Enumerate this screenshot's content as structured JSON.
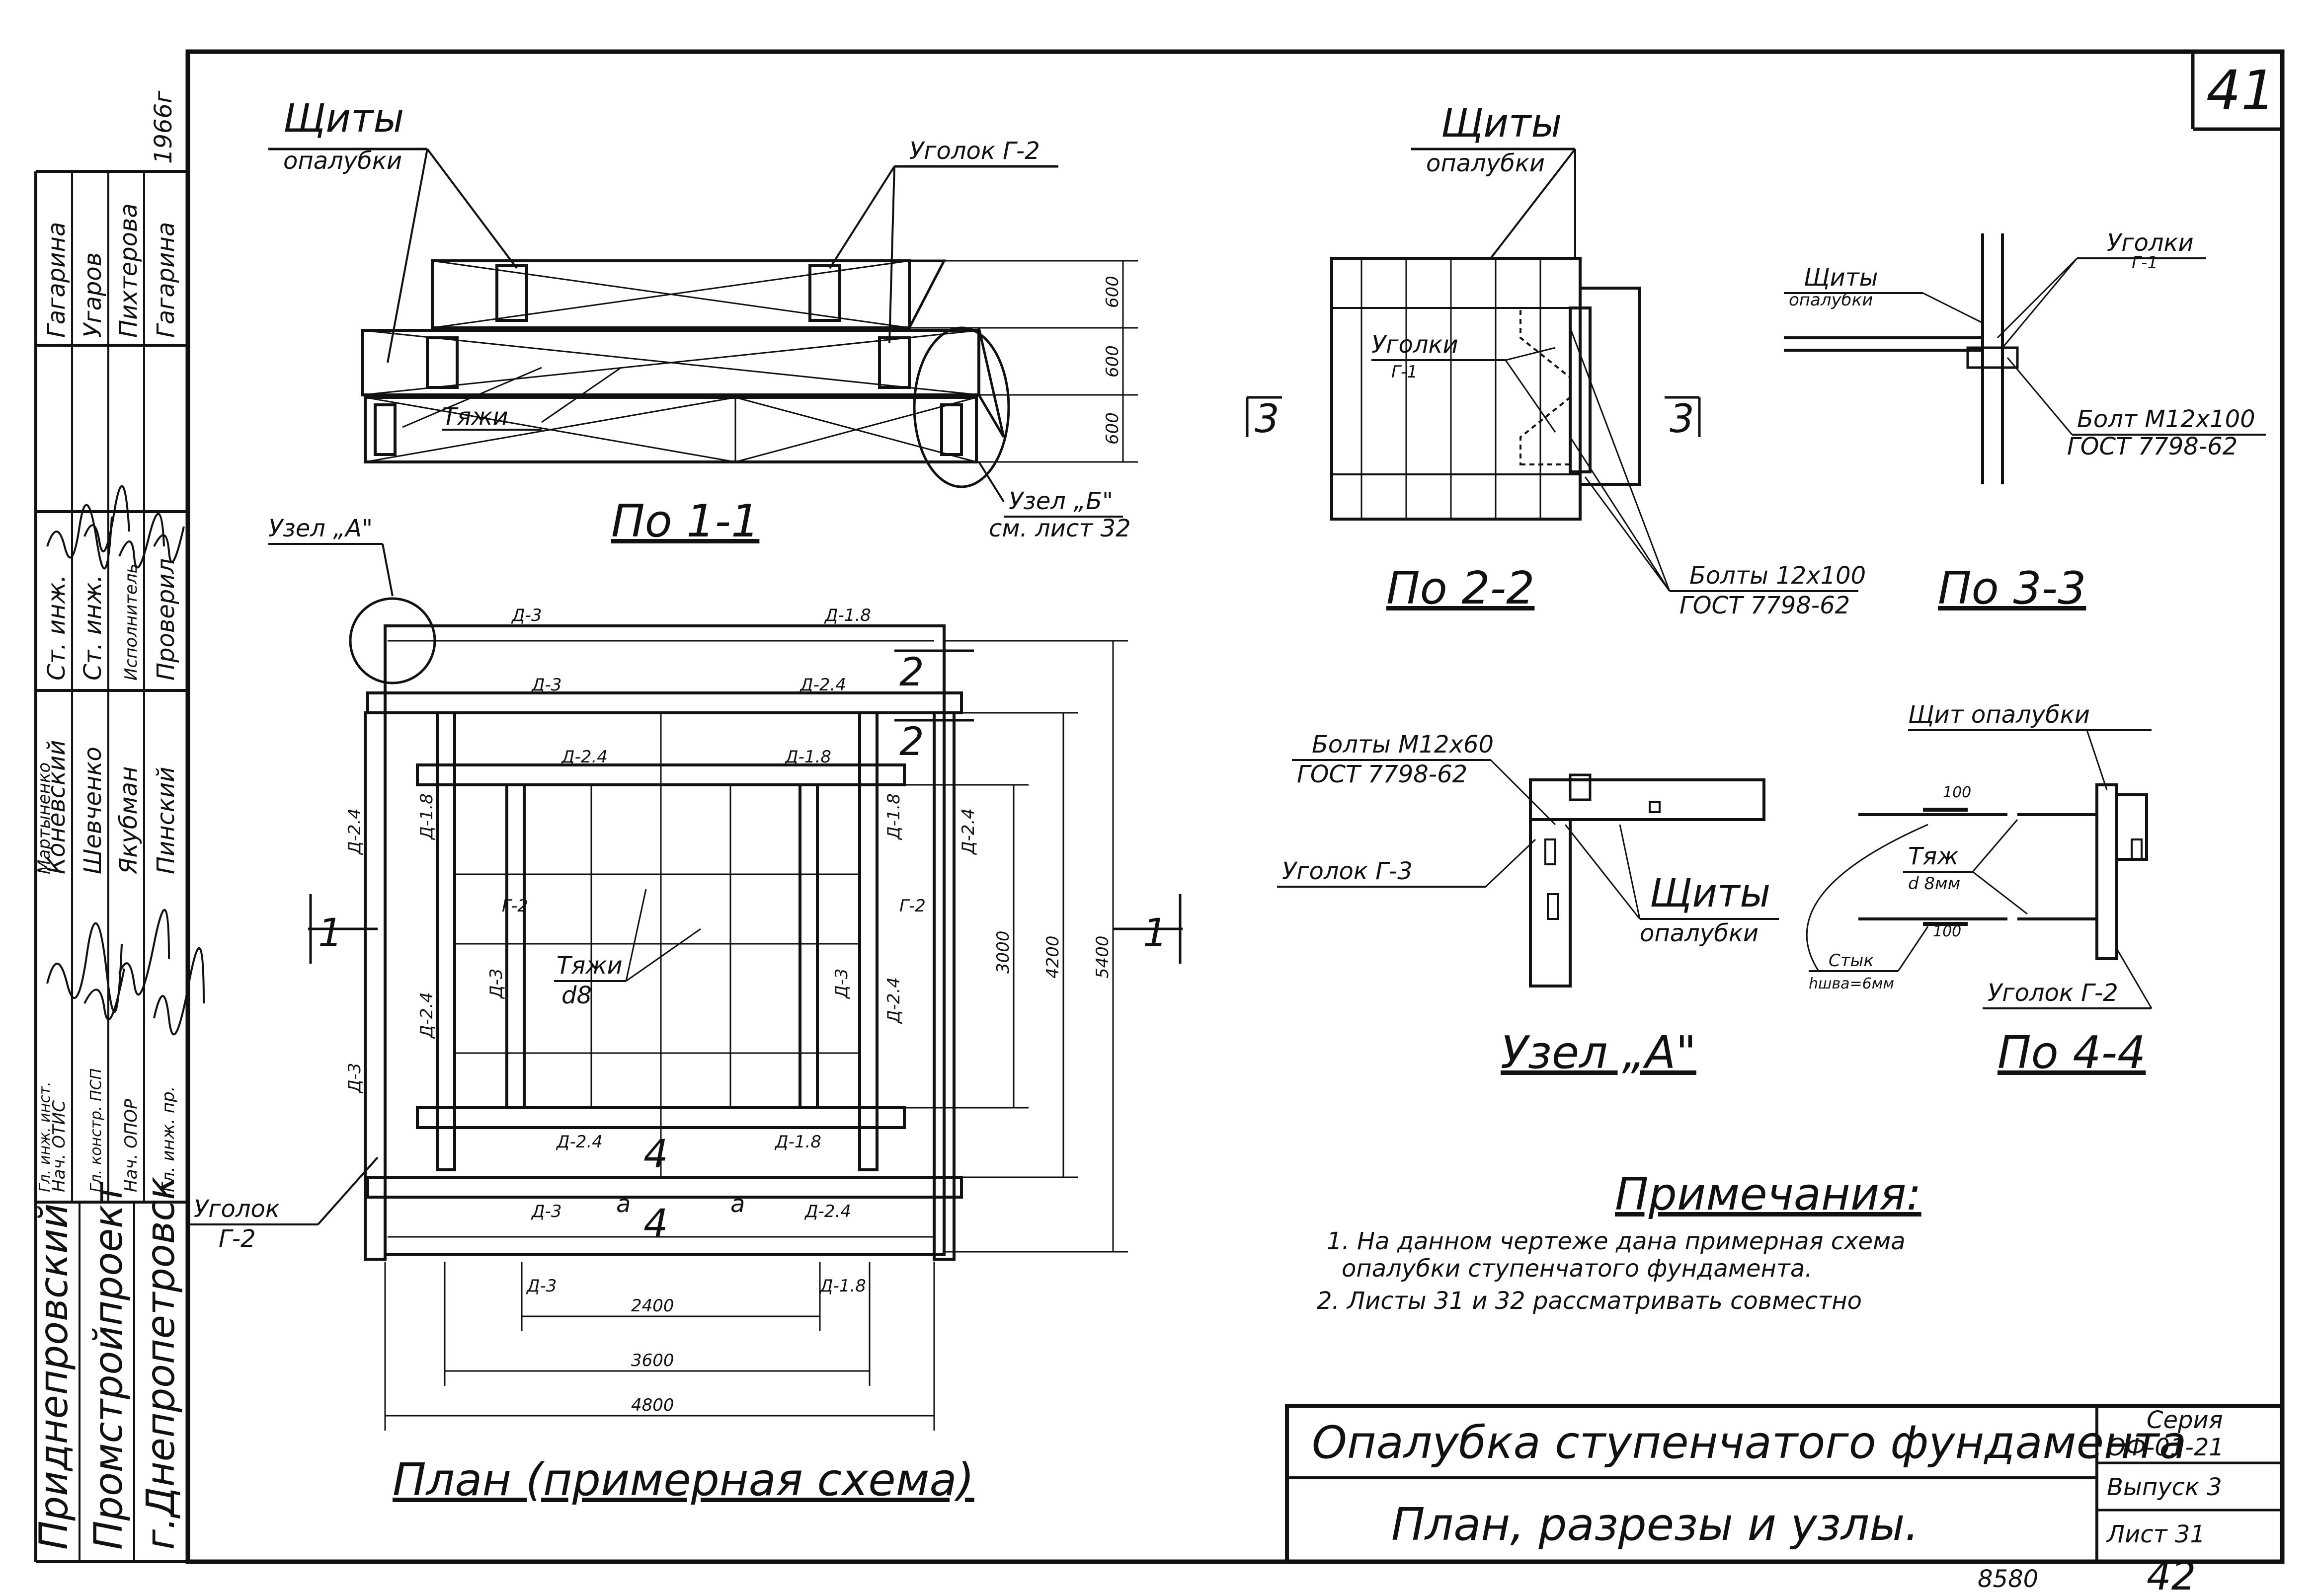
{
  "page_number": "41",
  "bottom_page_number": "42",
  "archive_number": "8580",
  "left_stamp": {
    "year": "1966г",
    "organization": "Приднепровский",
    "institute": "Промстройпроект",
    "city": "г.Днепропетровск",
    "rows": [
      {
        "role": "Ст. инж.",
        "name": "Гагарина"
      },
      {
        "role": "Ст. инж.",
        "name": "Угаров"
      },
      {
        "role": "Исполнитель",
        "name": "Пихтерова"
      },
      {
        "role": "Проверил",
        "name": "Гагарина"
      },
      {
        "role": "Гл. инж. пр.",
        "name": "Пинский"
      },
      {
        "role": "Нач. ОПОР",
        "name": "Якубман"
      },
      {
        "role": "Гл. констр. ПСП",
        "name": "Шевченко"
      },
      {
        "role": "Нач. ОТИС",
        "name": "Коневский"
      },
      {
        "role": "Гл. инж. инст.",
        "name": "Мартыненко"
      }
    ]
  },
  "section_1_1": {
    "title": "По 1-1",
    "label_shields": "Щиты",
    "label_shields_2": "опалубки",
    "label_angle": "Уголок Г-2",
    "label_ties": "Тяжи",
    "node_b": "Узел „Б\"",
    "node_b_ref": "см. лист 32",
    "dims": [
      "600",
      "600",
      "600"
    ]
  },
  "plan": {
    "title": "План (примерная схема)",
    "node_a": "Узел „А\"",
    "ties_label": "Тяжи",
    "ties_dia": "d8",
    "angle_label": "Уголок",
    "angle_label_2": "Г-2",
    "marks": [
      "Д-3",
      "Д-1.8",
      "Д-3",
      "Д-2.4",
      "Д-2.4",
      "Д-1.8",
      "Д-2.4",
      "Д-1.8",
      "Д-1.8",
      "Д-2.4",
      "Д-3",
      "Д-3",
      "Д-2.4",
      "Д-2.4",
      "Д-3",
      "Д-2.4",
      "Д-1.8",
      "Д-3",
      "Д-2.4",
      "Д-3",
      "Д-1.8",
      "Г-2",
      "Г-2"
    ],
    "dims_h": [
      "2400",
      "3600",
      "4800"
    ],
    "dims_v": [
      "3000",
      "4200",
      "5400"
    ],
    "section_marks": {
      "s1": "1",
      "s2": "2",
      "s4": "4",
      "sa": "а"
    }
  },
  "section_2_2": {
    "title": "По 2-2",
    "label_shields": "Щиты",
    "label_shields_2": "опалубки",
    "label_angles": "Уголки",
    "label_angles_2": "Г-1",
    "bolts": "Болты 12х100",
    "gost": "ГОСТ 7798-62",
    "mark": "3"
  },
  "section_3_3": {
    "title": "По 3-3",
    "label_angles": "Уголки",
    "label_angles_2": "Г-1",
    "label_shields": "Щиты",
    "label_shields_2": "опалубки",
    "bolt": "Болт М12х100",
    "gost": "ГОСТ 7798-62"
  },
  "node_a": {
    "title": "Узел „А\"",
    "bolts": "Болты М12х60",
    "gost": "ГОСТ 7798-62",
    "angle": "Уголок Г-3",
    "shields": "Щиты",
    "shields_2": "опалубки"
  },
  "section_4_4": {
    "title": "По 4-4",
    "shield": "Щит опалубки",
    "tie": "Тяж",
    "tie_dia": "d 8мм",
    "joint": "Стык",
    "weld": "hшва=6мм",
    "angle": "Уголок Г-2",
    "dim": "100"
  },
  "notes": {
    "heading": "Примечания:",
    "items": [
      "1. На данном чертеже дана примерная схема",
      "опалубки ступенчатого фундамента.",
      "2. Листы 31 и 32 рассматривать совместно"
    ]
  },
  "title_block": {
    "title": "Опалубка ступенчатого фундамента",
    "subtitle": "План, разрезы и узлы.",
    "series_label": "Серия",
    "series": "ОФ-01-21",
    "issue": "Выпуск 3",
    "sheet": "Лист 31"
  }
}
